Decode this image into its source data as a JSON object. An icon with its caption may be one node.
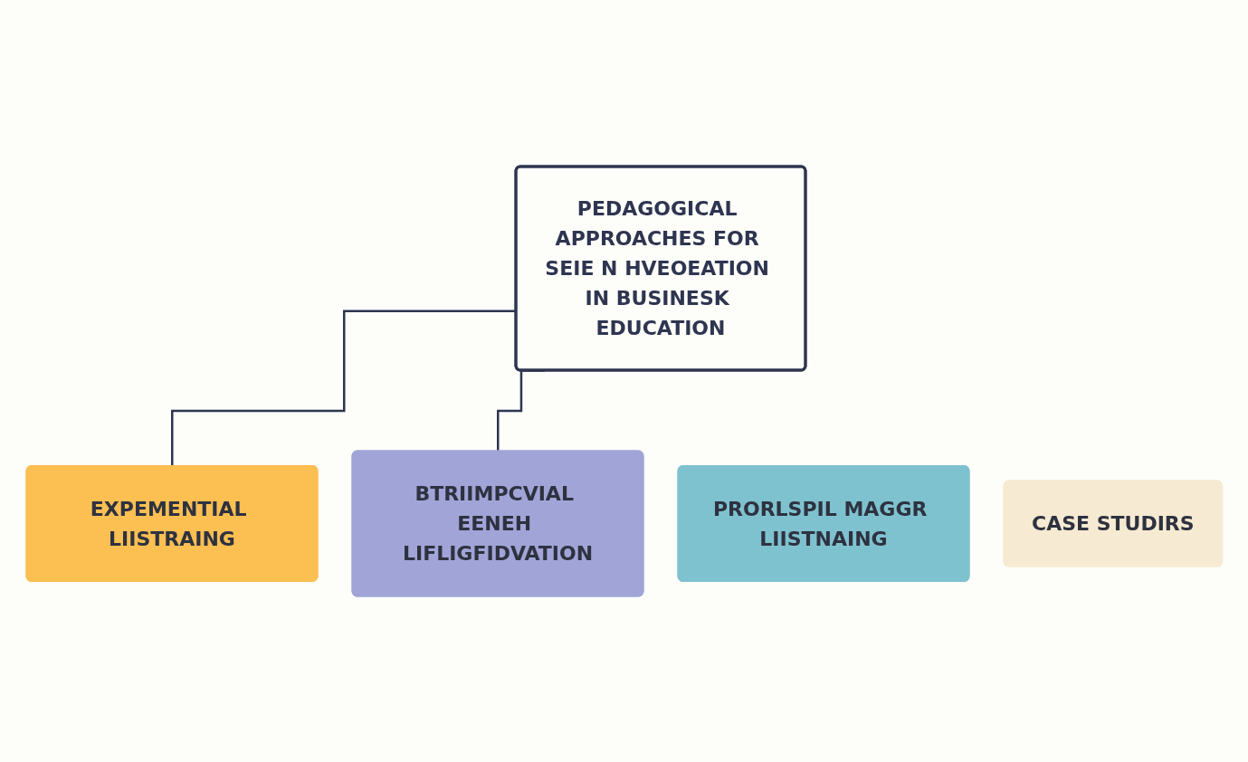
{
  "diagram": {
    "nodes": [
      {
        "text": [
          "PEDAGOGICAL APPROACHES FOR SEIE N HVEOEATION IN BUSINESK EDUCATION"
        ]
      },
      {
        "text": [
          "EXPEMENTIAL LIISTRAING"
        ]
      },
      {
        "text": [
          "PRORLSPIL MAGGR LIISTNAING"
        ]
      },
      {
        "text": [
          "CASE STUDIRS"
        ]
      },
      {
        "text": [
          "BTRIIMPCVIAL EENEH LIFLIGFIDVATION"
        ]
      }
    ],
    "edges": [
      {
        "from": 0,
        "to": 1,
        "arrow": "none"
      },
      {
        "from": 0,
        "to": 4,
        "arrow": "none"
      }
    ]
  }
}
